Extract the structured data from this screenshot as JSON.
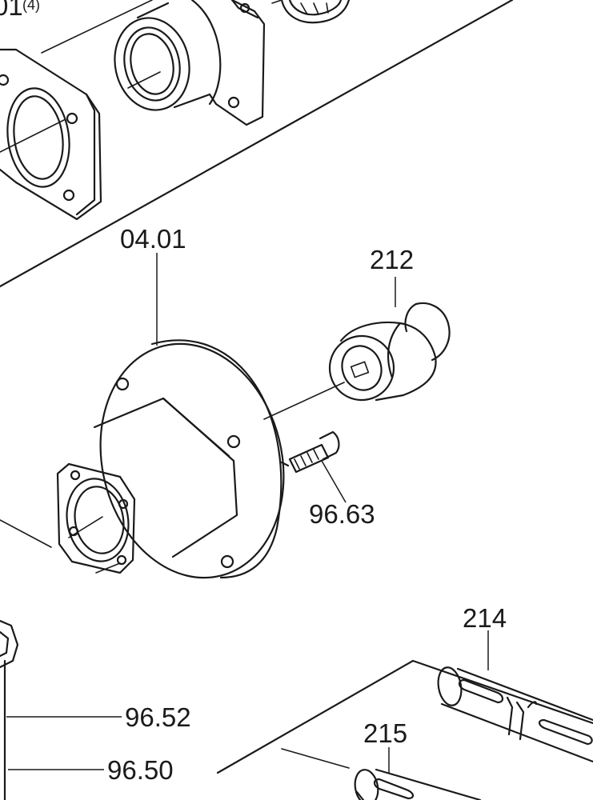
{
  "callouts": {
    "top_partial_main": "01",
    "top_partial_sup": "(4)",
    "flange_housing": "04.01",
    "bushing": "212",
    "screw": "96.63",
    "shaft_a": "214",
    "shaft_b": "215",
    "part_96_52": "96.52",
    "part_96_50": "96.50"
  },
  "colors": {
    "line": "#1a1a1a",
    "background": "#ffffff"
  }
}
